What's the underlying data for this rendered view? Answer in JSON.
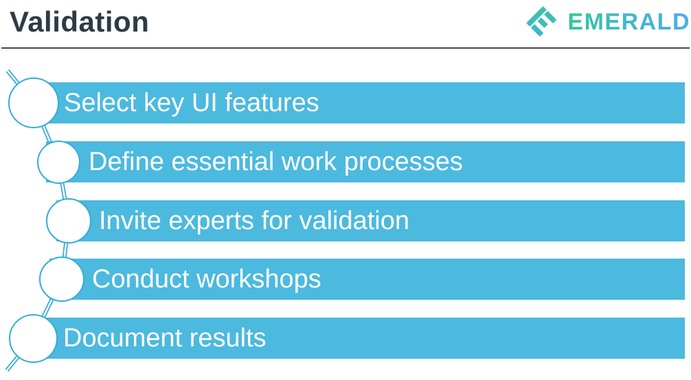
{
  "header": {
    "title": "Validation",
    "logo": {
      "text": "EMERALD",
      "icon": "emerald-diamond-e-icon",
      "gradient_start": "#35C796",
      "gradient_end": "#4BACEC"
    }
  },
  "diagram": {
    "type": "staggered-process-list",
    "steps": [
      {
        "label": "Select key UI features"
      },
      {
        "label": "Define essential work processes"
      },
      {
        "label": "Invite experts for validation"
      },
      {
        "label": "Conduct workshops"
      },
      {
        "label": "Document results"
      }
    ],
    "colors": {
      "bar": "#4CB9DE",
      "outline": "#33ACDB",
      "bar_text": "#FFFFFF",
      "title_text": "#2E3B46",
      "divider": "#454545"
    }
  }
}
